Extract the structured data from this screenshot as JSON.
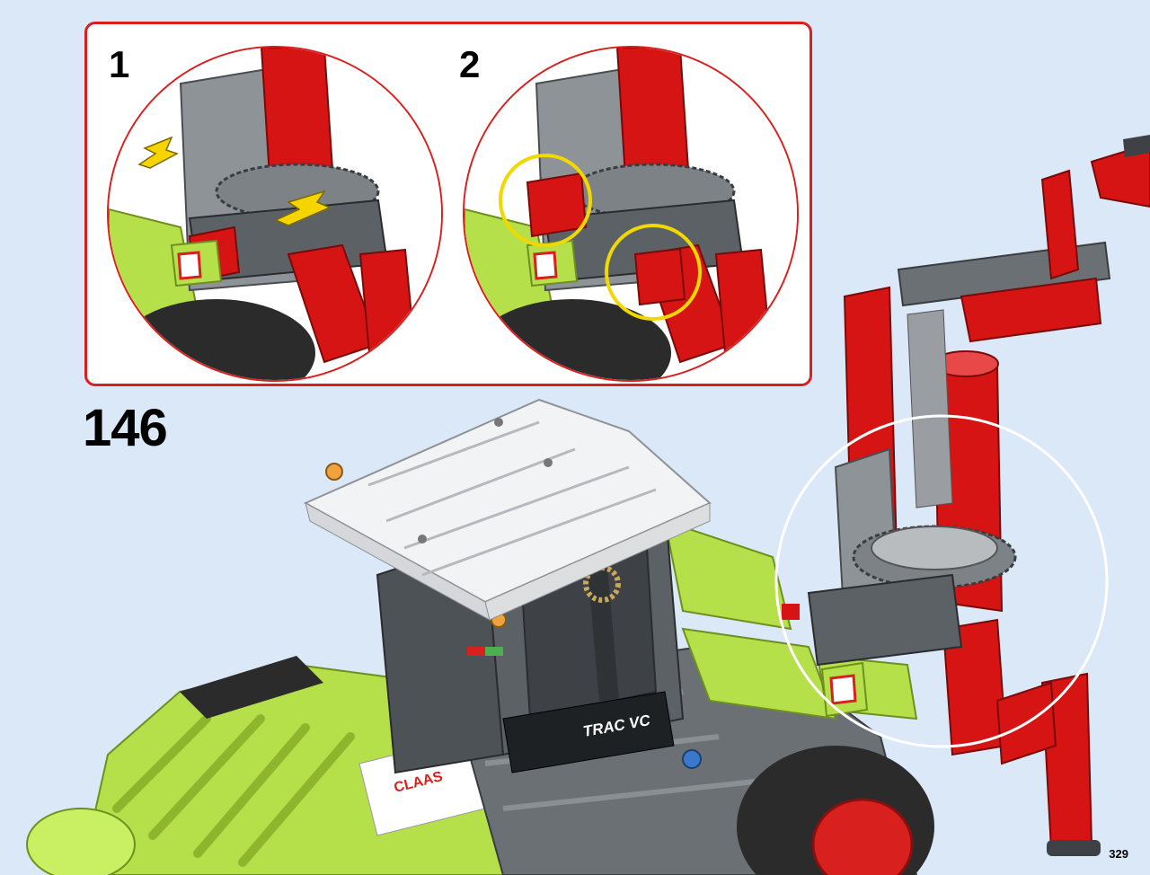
{
  "step": {
    "number": "146"
  },
  "substeps": [
    {
      "label": "1",
      "action": "push-in",
      "arrow_color": "#f5d400"
    },
    {
      "label": "2",
      "highlight_color": "#f0d800",
      "highlight_count": 2
    }
  ],
  "model_text": {
    "cab_badge": "TRAC VC",
    "brand_decal": "CLAAS"
  },
  "page": {
    "number": "329"
  },
  "colors": {
    "background": "#dbe8f7",
    "frame_red": "#d8201e",
    "brick_red": "#d61414",
    "lime": "#b5e04a",
    "dark_gray": "#555a5f",
    "light_gray": "#c8cbcf",
    "white_roof": "#f2f3f4",
    "tire": "#2b2b2b",
    "highlight_yellow": "#f0d800",
    "arrow_yellow": "#f5d400",
    "callout_white": "#ffffff"
  }
}
